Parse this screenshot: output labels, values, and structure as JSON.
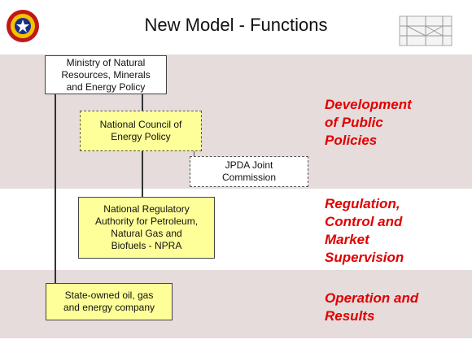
{
  "title": "New Model - Functions",
  "logo_left": {
    "icon": "emblem-seal-icon"
  },
  "logo_right": {
    "icon": "network-diagram-icon"
  },
  "colors": {
    "band": "#e6dcdc",
    "box_yellow": "#ffff99",
    "category_text": "#e00000"
  },
  "boxes": {
    "ministry": "Ministry of Natural\nResources, Minerals\nand Energy Policy",
    "council": "National Council of\nEnergy Policy",
    "jpda": "JPDA Joint\nCommission",
    "npra": "National Regulatory\nAuthority for Petroleum,\nNatural Gas and\nBiofuels - NPRA",
    "company": "State-owned oil, gas\nand energy company"
  },
  "categories": {
    "policies": "Development\nof Public\nPolicies",
    "regulation": "Regulation,\nControl and\nMarket\nSupervision",
    "operation": "Operation and\nResults"
  }
}
